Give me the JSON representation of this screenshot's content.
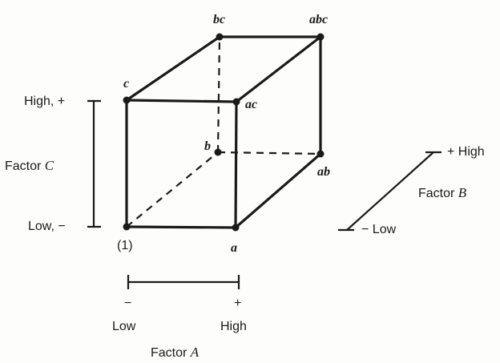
{
  "vertices": {
    "origin": "(1)",
    "a": "a",
    "b": "b",
    "c": "c",
    "ab": "ab",
    "ac": "ac",
    "bc": "bc",
    "abc": "abc"
  },
  "factor_a": {
    "name": "Factor",
    "letter": "A",
    "low_sign": "−",
    "high_sign": "+",
    "low": "Low",
    "high": "High"
  },
  "factor_b": {
    "name": "Factor",
    "letter": "B",
    "high": "+ High",
    "low": "− Low"
  },
  "factor_c": {
    "name": "Factor",
    "letter": "C",
    "high": "High, +",
    "low": "Low, −"
  }
}
